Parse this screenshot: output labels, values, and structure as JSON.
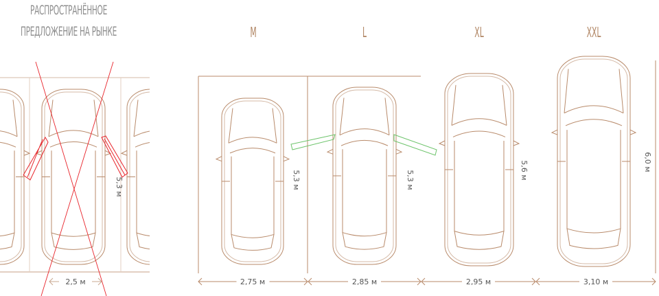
{
  "market_offer": {
    "line1": "РАСПРОСТРАНЁННОЕ",
    "line2": "ПРЕДЛОЖЕНИЕ НА РЫНКЕ",
    "width_label": "2,5 м",
    "length_label": "5,3 м"
  },
  "sizes": [
    {
      "name": "M",
      "width_label": "2,75 м",
      "length_label": "5,3 м"
    },
    {
      "name": "L",
      "width_label": "2,85 м",
      "length_label": "5,3 м"
    },
    {
      "name": "XL",
      "width_label": "2,95 м",
      "length_label": "5,6 м"
    },
    {
      "name": "XXL",
      "width_label": "3,10 м",
      "length_label": "6,0 м"
    }
  ],
  "colors": {
    "line": "#b88a6a",
    "faded": "#e3cfc2",
    "cross": "#e8232a",
    "door_ok": "#6cc36a",
    "heading": "#8f8f8f"
  }
}
